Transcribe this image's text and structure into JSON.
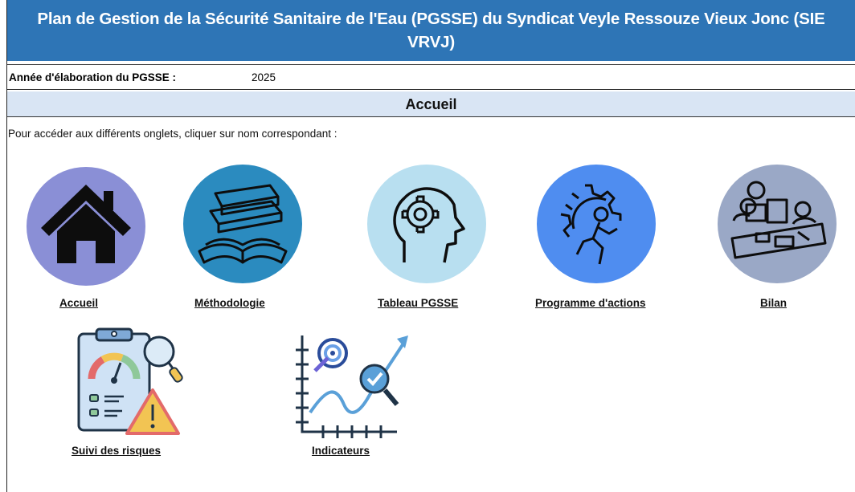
{
  "header": {
    "title_line1": "Plan de Gestion de la Sécurité Sanitaire de l'Eau (PGSSE) du Syndicat Veyle Ressouze Vieux Jonc (SIE",
    "title_line2": "VRVJ)"
  },
  "info": {
    "year_label": "Année d'élaboration du PGSSE :",
    "year_value": "2025"
  },
  "section": {
    "title": "Accueil"
  },
  "instruction": "Pour accéder aux différents onglets, cliquer sur nom correspondant :",
  "nav": {
    "accueil": {
      "label": "Accueil",
      "icon": "home-icon",
      "color": "#8a8fd6"
    },
    "methodologie": {
      "label": "Méthodologie",
      "icon": "books-icon",
      "color": "#2b8bbf"
    },
    "tableau": {
      "label": "Tableau PGSSE",
      "icon": "head-gear-icon",
      "color": "#b8dff0"
    },
    "programme": {
      "label": "Programme d'actions",
      "icon": "gear-runner-icon",
      "color": "#4f8df0"
    },
    "bilan": {
      "label": "Bilan",
      "icon": "meeting-icon",
      "color": "#9aa8c6"
    },
    "suivi": {
      "label": "Suivi des risques ",
      "icon": "risk-clipboard-icon"
    },
    "indicateurs": {
      "label": "Indicateurs ",
      "icon": "indicator-chart-icon"
    }
  }
}
